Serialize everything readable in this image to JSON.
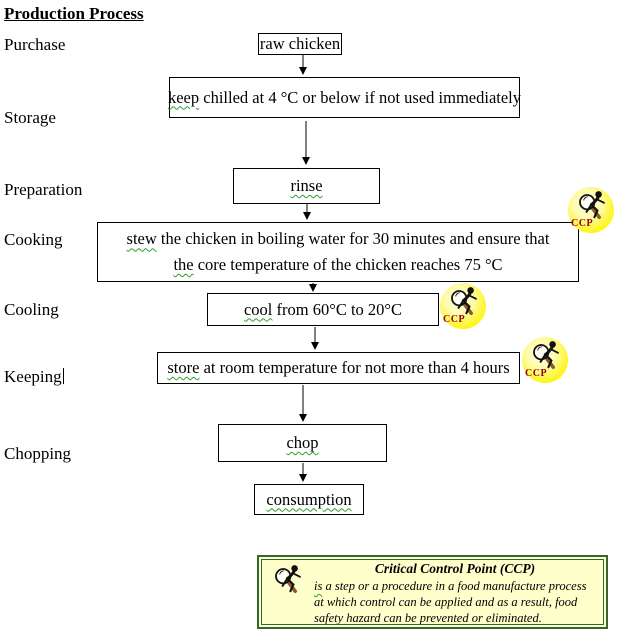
{
  "title": "Production Process",
  "stages": [
    {
      "label": "Purchase"
    },
    {
      "label": "Storage"
    },
    {
      "label": "Preparation"
    },
    {
      "label": "Cooking"
    },
    {
      "label": "Cooling"
    },
    {
      "label": "Keeping"
    },
    {
      "label": "Chopping"
    }
  ],
  "boxes": [
    {
      "id": "raw-chicken",
      "lines": [
        {
          "wavy": "",
          "rest": "raw chicken"
        }
      ]
    },
    {
      "id": "storage",
      "lines": [
        {
          "wavy": "keep",
          "rest": " chilled at 4 °C or below if not used immediately"
        }
      ]
    },
    {
      "id": "rinse",
      "lines": [
        {
          "wavy": "rinse",
          "rest": ""
        }
      ]
    },
    {
      "id": "cooking",
      "lines": [
        {
          "wavy": "stew",
          "rest": " the chicken in boiling water for 30 minutes and ensure that"
        },
        {
          "wavy": "the",
          "rest": " core temperature of the chicken reaches 75 °C"
        }
      ]
    },
    {
      "id": "cooling",
      "lines": [
        {
          "wavy": "cool",
          "rest": " from 60°C to 20°C"
        }
      ]
    },
    {
      "id": "keeping",
      "lines": [
        {
          "wavy": "store",
          "rest": " at room temperature for not more than 4 hours"
        }
      ]
    },
    {
      "id": "chop",
      "lines": [
        {
          "wavy": "chop",
          "rest": ""
        }
      ]
    },
    {
      "id": "consumption",
      "lines": [
        {
          "wavy": "consumption",
          "rest": ""
        }
      ]
    }
  ],
  "ccp": {
    "label": "CCP",
    "text_color": "#990000",
    "circle_color": "#fdf400"
  },
  "legend": {
    "title": "Critical Control Point (CCP)",
    "body_wavy": "is",
    "body_rest": " a step or a procedure in a food manufacture process at which control can be applied and as a result, food safety hazard can be prevented or eliminated.",
    "border_color": "#336633",
    "background_color": "#ffffcc"
  }
}
